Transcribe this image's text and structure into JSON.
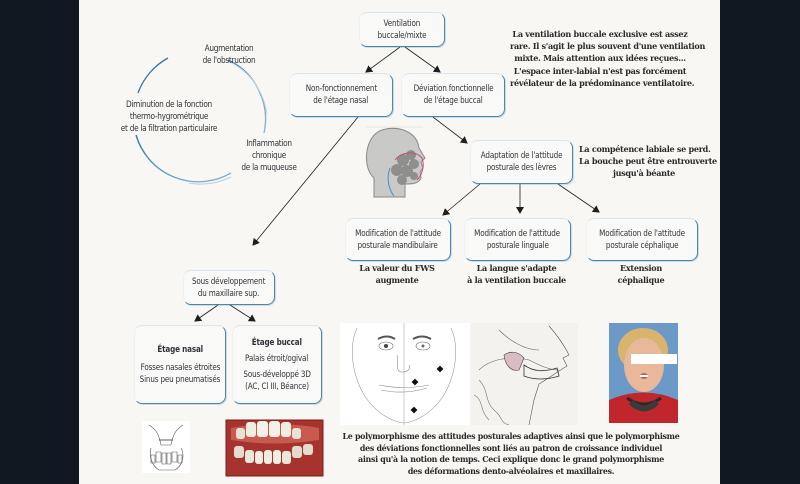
{
  "cycle": {
    "top": [
      "Augmentation",
      "de l'obstruction"
    ],
    "left": [
      "Diminution de la fonction",
      "thermo-hygrométrique",
      "et de la filtration particulaire"
    ],
    "right": [
      "Inflammation",
      "chronique",
      "de la muqueuse"
    ]
  },
  "boxes": {
    "ventilation": [
      "Ventilation",
      "buccale/mixte"
    ],
    "non_fonctionnement": [
      "Non-fonctionnement",
      "de l'étage nasal"
    ],
    "deviation": [
      "Déviation fonctionnelle",
      "de l'étage buccal"
    ],
    "adaptation": [
      "Adaptation de l'attitude",
      "posturale des lèvres"
    ],
    "mandibulaire": [
      "Modification de l'attitude",
      "posturale mandibulaire"
    ],
    "linguale": [
      "Modification de l'attitude",
      "posturale linguale"
    ],
    "cephalique": [
      "Modification de l'attitude",
      "posturale céphalique"
    ],
    "sous_dev": [
      "Sous développement",
      "du maxillaire sup."
    ],
    "etage_nasal": {
      "title": "Étage nasal",
      "lines": [
        "Fosses nasales étroites",
        "Sinus peu pneumatisés"
      ]
    },
    "etage_buccal": {
      "title": "Étage buccal",
      "lines": [
        "Palais étroit/ogival",
        "Sous-développé 3D",
        "(AC, Cl III, Béance)"
      ]
    }
  },
  "notes": {
    "ventilation": [
      "La ventilation buccale exclusive est assez",
      "rare. Il s'agit le plus souvent d'une ventilation",
      "mixte. Mais attention aux idées reçues...",
      "L'espace inter-labial n'est pas forcément",
      "révélateur de la prédominance ventilatoire."
    ],
    "competence": [
      "La compétence labiale se perd.",
      "La bouche peut être entrouverte",
      "jusqu'à béante"
    ],
    "fws": [
      "La valeur du FWS",
      "augmente"
    ],
    "langue": [
      "La langue s'adapte",
      "à la ventilation buccale"
    ],
    "extension": [
      "Extension",
      "céphalique"
    ],
    "polymorphisme": [
      "Le polymorphisme des attitudes posturales adaptives ainsi que le polymorphisme",
      "des déviations fonctionnelles sont liés au patron de croissance individuel",
      "ainsi qu'à la notion de temps. Ceci explique donc le grand polymorphisme",
      "des déformations dento-alvéolaires et maxillaires."
    ]
  },
  "images": {
    "head_profile": "head-profile-illustration",
    "face_drawing": "face-front-drawing",
    "sagittal_drawing": "sagittal-section-drawing",
    "child_photo": "child-photo",
    "maxilla_drawing": "maxilla-drawing",
    "teeth_photo": "teeth-photo"
  },
  "colors": {
    "accent": "#4a86b0",
    "background": "#f8f7f4",
    "frame": "#111821",
    "text": "#2f3338"
  }
}
